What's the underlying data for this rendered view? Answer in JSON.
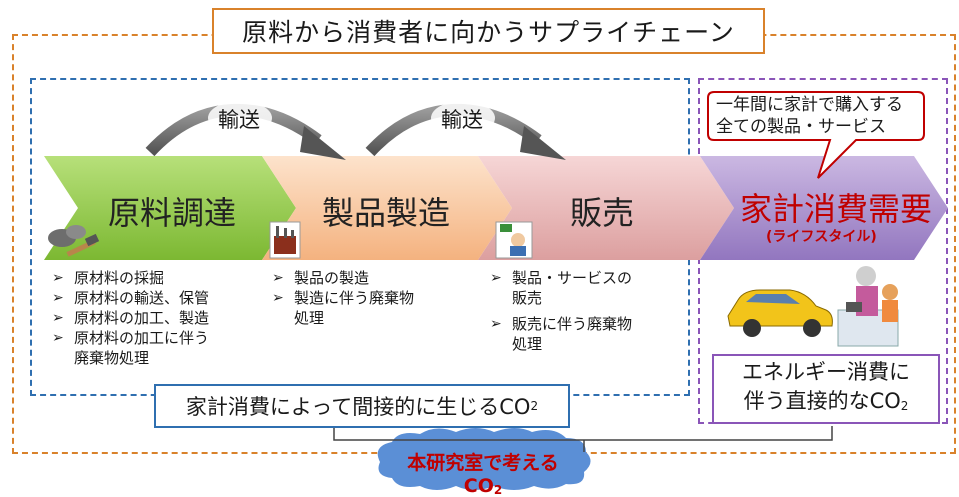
{
  "title": "原料から消費者に向かうサプライチェーン",
  "transport_labels": [
    "輸送",
    "輸送"
  ],
  "stages": [
    {
      "label": "原料調達",
      "bullets": [
        [
          "原材料の採掘"
        ],
        [
          "原材料の輸送、保管"
        ],
        [
          "原材料の加工、製造"
        ],
        [
          "原材料の加工に伴う",
          "廃棄物処理"
        ]
      ]
    },
    {
      "label": "製品製造",
      "bullets": [
        [
          "製品の製造"
        ],
        [
          "製造に伴う廃棄物",
          "処理"
        ]
      ]
    },
    {
      "label": "販売",
      "bullets": [
        [
          "製品・サービスの",
          "販売"
        ],
        [
          "販売に伴う廃棄物",
          "処理"
        ]
      ]
    }
  ],
  "household": {
    "label": "家計消費需要",
    "sublabel": "(ライフスタイル)"
  },
  "callout": {
    "line1": "一年間に家計で購入する",
    "line2": "全ての製品・サービス"
  },
  "indirect_box": {
    "text": "家計消費によって間接的に生じるCO",
    "sub": "2"
  },
  "direct_box": {
    "line1": "エネルギー消費に",
    "line2": "伴う直接的なCO",
    "sub": "2"
  },
  "cloud": {
    "text": "本研究室で考えるCO",
    "sub": "2"
  },
  "colors": {
    "orange_border": "#d9822b",
    "blue_border": "#2f6fb0",
    "purple_border": "#8a55b8",
    "stage1": "#8cc63f",
    "stage2": "#f7c8a0",
    "stage3": "#e8b3b3",
    "household": "#a98fc9",
    "household_text": "#c00000",
    "cloud": "#5b8fd6"
  },
  "icons": [
    "tools-icon",
    "factory-icon",
    "cashier-icon",
    "car-icon",
    "family-cooking-icon"
  ]
}
